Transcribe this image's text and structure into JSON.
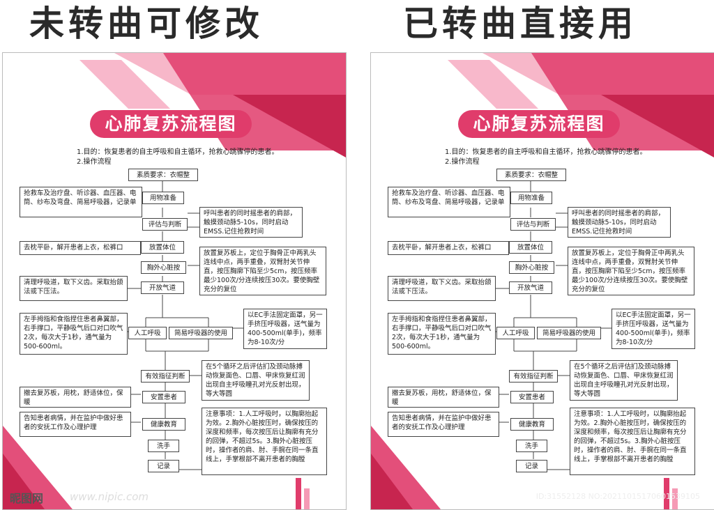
{
  "headings": {
    "left": "未转曲可修改",
    "right": "已转曲直接用"
  },
  "panel": {
    "title": "心肺复苏流程图",
    "purpose_1": "1.目的：恢复患者的自主呼吸和自主循环，抢救心跳骤停的患者。",
    "purpose_2": "2.操作流程",
    "steps": {
      "quality": "素质要求：衣帽整",
      "prep": "用物准备",
      "assess": "评估与判断",
      "position": "放置体位",
      "compress": "胸外心脏按",
      "airway": "开放气道",
      "manual_breath": "人工呼吸",
      "bag_breath": "简易呼吸器的使用",
      "effective": "有效指征判断",
      "settle": "安置患者",
      "education": "健康教育",
      "wash": "洗手",
      "record": "记录"
    },
    "notes": {
      "prep_note": "抢救车及治疗盘、听诊器、血压器、电筒、纱布及弯盘、简易呼吸器，记录单",
      "assess_note": "呼叫患者的同时摇患者的肩部，触摸颈动脉5-10s，同时启动EMSS.记住抢救时间",
      "position_note": "去枕平卧，解开患者上衣，松裤口",
      "compress_note": "放置复苏板上，定位于胸骨正中两乳头连线中点，两手重叠，双臂肘关节伸直，按压胸廓下陷至少5cm，按压频率最少100次/分连续按压30次。要使胸壁充分的复位",
      "airway_note": "清理呼吸道，取下义齿。采取抬颌法或下压法。",
      "manual_note": "左手拇指和食指捏住患者鼻翼部，右手撑口，平静吸气后口对口吹气2次，每次大于1秒，通气量为500-600ml。",
      "bag_note": "以EC手法固定面罩，另一手挤压呼吸器，送气量为400-500ml(单手)，频率为8-10次/分",
      "effective_note": "在5个循环之后评估扪及颈动脉搏动恢复面色、口唇、甲床恢复红润出现自主呼吸瞳孔对光反射出现，等大等圆",
      "settle_note": "撤去复苏板，用枕，舒适体位，保暖",
      "education_note": "告知患者病情，并在监护中做好患者的安抚工作及心理护理",
      "attention_note": "注意事项：1.人工呼吸时，以胸廓抬起为效。2.胸外心脏按压时，确保按压的深度和频率，每次按压后让胸廓有充分的回弹，不超过5s。3.胸外心脏按压时，操作者的肩、肘、手腕在同一条直线上，手掌根部不离开患者的胸膛"
    }
  },
  "watermarks": {
    "logo": "昵图网",
    "url": "www.nipic.com",
    "id": "ID:31552128 NO:20211015170601539105"
  },
  "colors": {
    "accent": "#e03c6b",
    "accent_light": "#f59ab5"
  }
}
